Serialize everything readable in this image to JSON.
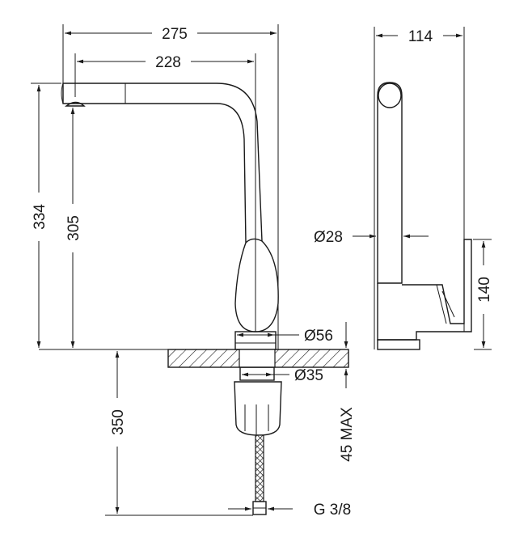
{
  "dimensions": {
    "overall_width": "275",
    "spout_reach": "228",
    "overall_height": "334",
    "spout_height": "305",
    "side_width": "114",
    "pipe_diameter": "Ø28",
    "handle_height": "140",
    "base_diameter": "Ø56",
    "shank_diameter": "Ø35",
    "supply_length": "350",
    "deck_thickness": "45 MAX",
    "connector_thread": "G 3/8"
  }
}
